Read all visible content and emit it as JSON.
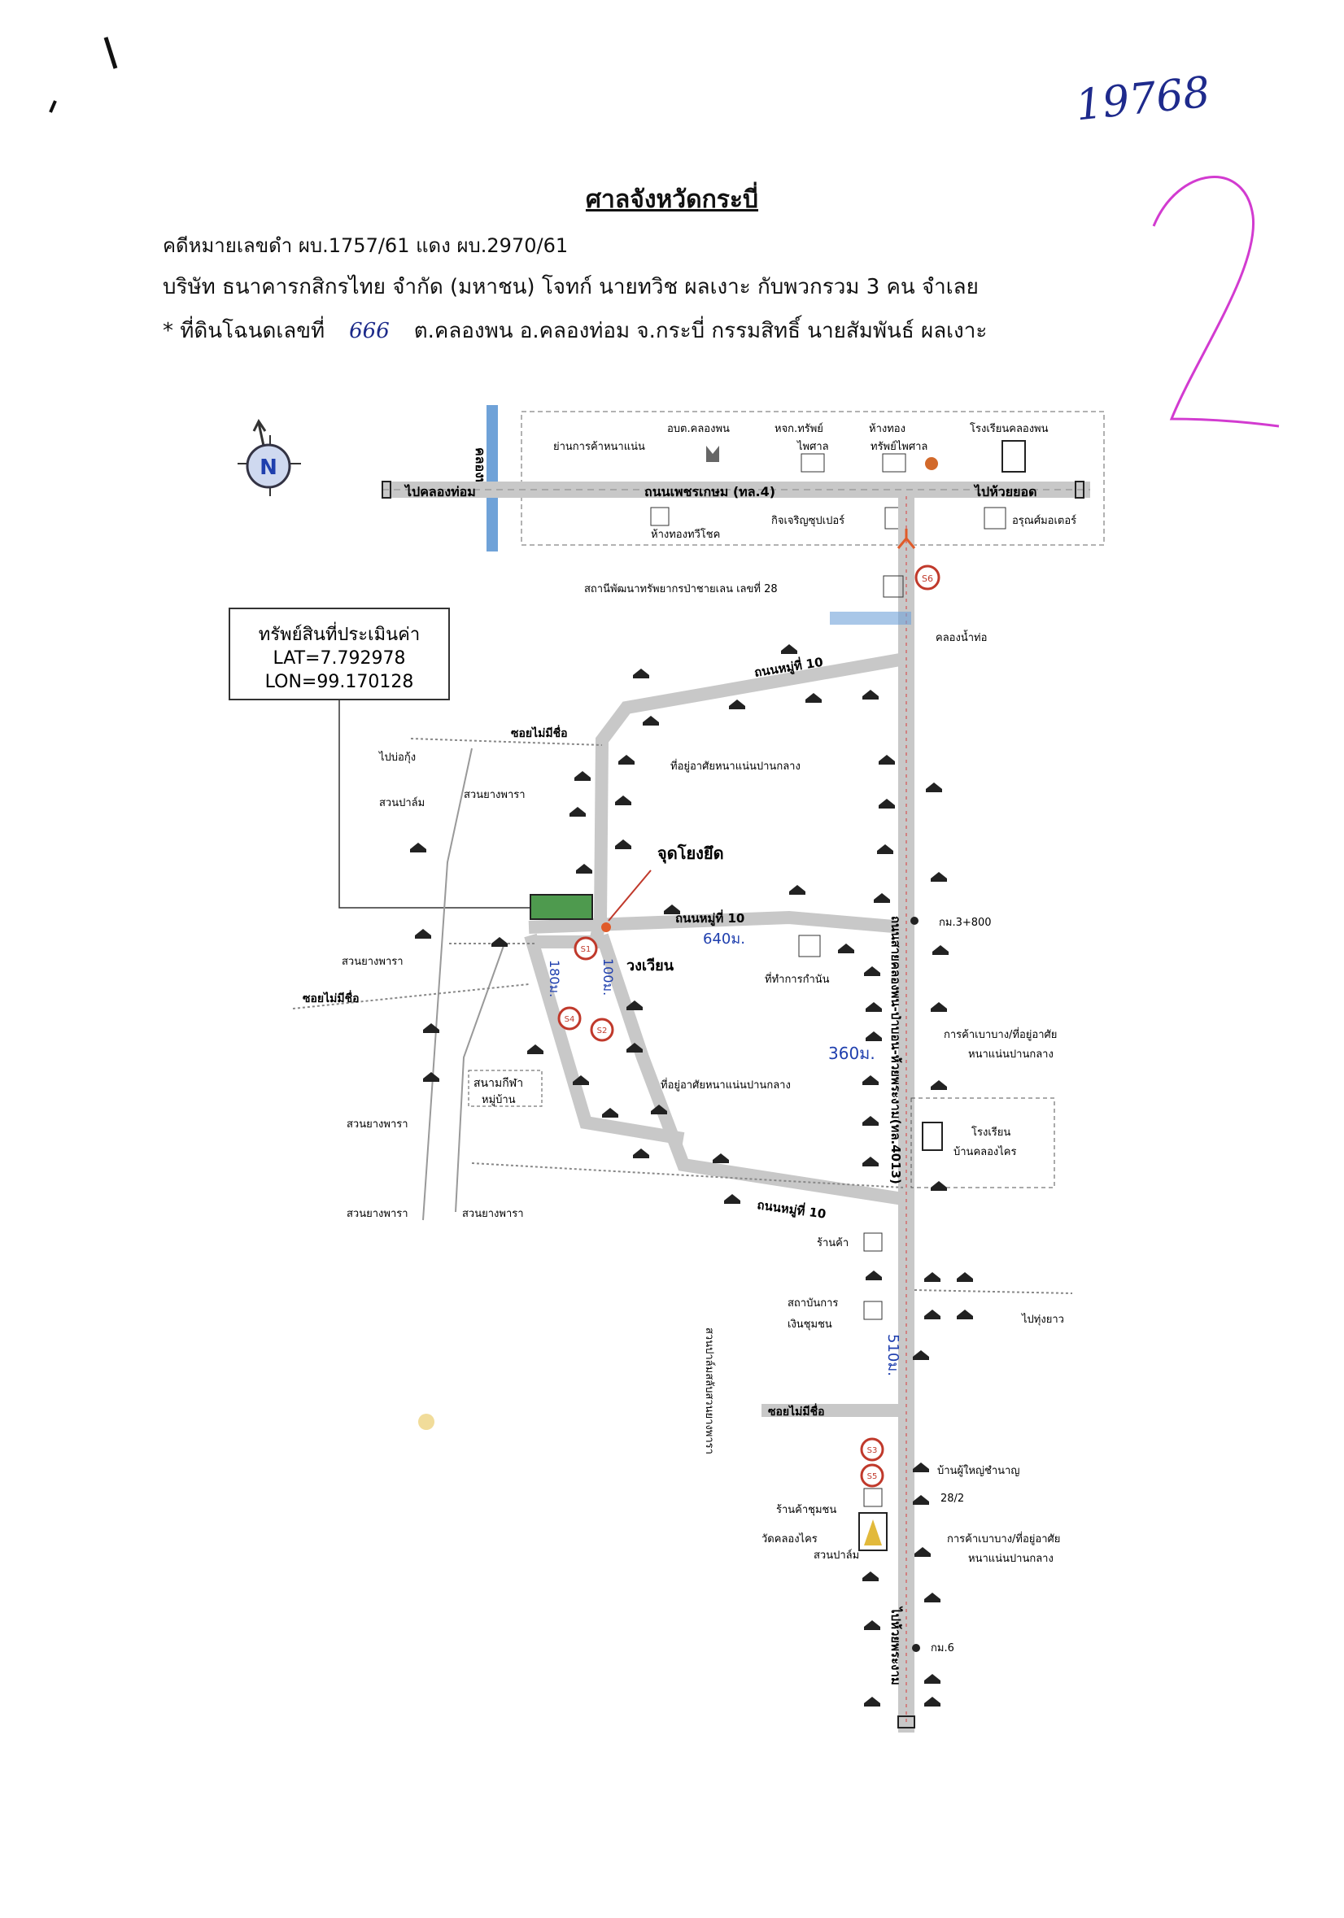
{
  "header": {
    "court": "ศาลจังหวัดกระบี่",
    "case_line": "คดีหมายเลขดำ ผบ.1757/61 แดง ผบ.2970/61",
    "parties_line": "บริษัท ธนาคารกสิกรไทย จำกัด (มหาชน)  โจทก์  นายทวิช ผลเงาะ กับพวกรวม 3 คน  จำเลย",
    "land_prefix": "* ที่ดินโฉนดเลขที่",
    "deed_no": "666",
    "land_suffix": "ต.คลองพน อ.คลองท่อม จ.กระบี่ กรรมสิทธิ์ นายสัมพันธ์ ผลเงาะ",
    "stamp_no": "19768"
  },
  "property_box": {
    "title": "ทรัพย์สินที่ประเมินค่า",
    "lat": "LAT=7.792978",
    "lon": "LON=99.170128"
  },
  "map": {
    "north": "N",
    "main_road": "ถนนเพชรเกษม (ทล.4)",
    "to_left": "ไปคลองท่อม",
    "to_right": "ไปห้วยยอด",
    "canal_top": "คลองพน",
    "top_places": {
      "a": "อบต.คลองพน",
      "b": "ย่านการค้าหนาแน่น",
      "c": "หจก.ทรัพย์",
      "c2": "ไพศาล",
      "d": "ห้างทอง",
      "d2": "ทรัพย์ไพศาล",
      "e": "โรงเรียนคลองพน",
      "f": "ห้างทองทวีโชค",
      "g": "กิจเจริญซุปเปอร์",
      "h": "อรุณศ์มอเตอร์"
    },
    "station": "สถานีพัฒนาทรัพยากรป่าชายเลน เลขที่ 28",
    "canal_tho": "คลองน้ำท่อ",
    "road_moo10": "ถนนหมู่ที่ 10",
    "side_road": "ซอยไม่มีชื่อ",
    "to_bo_kung": "ไปบ่อกุ้ง",
    "palm": "สวนปาล์ม",
    "rubber": "สวนยางพารา",
    "residence": "ที่อยู่อาศัยหนาแน่นปานกลาง",
    "reference": "จุดโยงยึด",
    "roundabout": "วงเวียน",
    "dist_640": "640ม.",
    "dist_100": "100ม.",
    "dist_180": "180ม.",
    "dist_360": "360ม.",
    "dist_510": "510ม.",
    "village_head": "ที่ทำการกำนัน",
    "km_3800": "กม.3+800",
    "km_6": "กม.6",
    "rubber_trade": "การค้าเบาบาง/ที่อยู่อาศัย",
    "rubber_trade2": "หนาแน่นปานกลาง",
    "stadium": "สนามกีฬา",
    "stadium2": "หมู่บ้าน",
    "school2": "โรงเรียน",
    "school2b": "บ้านคลองไคร",
    "vert_road": "ถนนสายคลองพน-ป่าบอน-ห้วยพระงาม(ทล.4013)",
    "shop": "ร้านค้า",
    "finance": "สถาบันการ",
    "finance2": "เงินชุมชน",
    "to_thung_yao": "ไปทุ่งยาว",
    "headman": "บ้านผู้ใหญ่ชำนาญ",
    "addr_28_2": "28/2",
    "shop_community": "ร้านค้าชุมชน",
    "temple": "วัดคลองไคร",
    "to_south": "ไปห้วยพระงาม",
    "vertical_strip": "สวนปาล์มสลับสวนยางพารา",
    "signs": [
      "S1",
      "S2",
      "S3",
      "S4",
      "S5",
      "S6"
    ]
  },
  "colors": {
    "road": "#c8c8c8",
    "accent": "#1f3fae",
    "water": "#6fa2d8",
    "plot": "#3f8f3f",
    "red": "#c0392b",
    "stamp": "#d23bd0"
  }
}
